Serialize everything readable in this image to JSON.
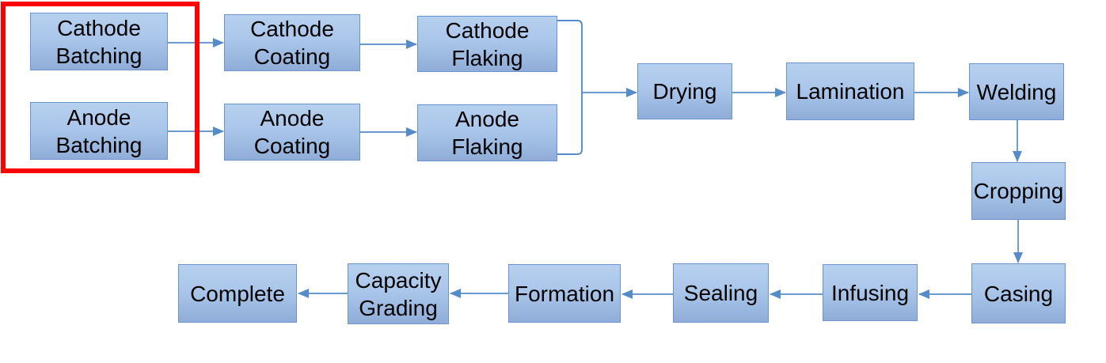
{
  "colors": {
    "background": "#ffffff",
    "text": "#000000",
    "node_fill_top": "#b7d0ef",
    "node_fill_mid": "#aac6ea",
    "node_fill_bottom": "#8fadd8",
    "node_border": "#6a94cb",
    "arrow": "#568bc9",
    "highlight": "#ff0000"
  },
  "nodes": [
    {
      "id": "cathode-batching",
      "label": "Cathode\nBatching"
    },
    {
      "id": "anode-batching",
      "label": "Anode\nBatching"
    },
    {
      "id": "cathode-coating",
      "label": "Cathode\nCoating"
    },
    {
      "id": "anode-coating",
      "label": "Anode\nCoating"
    },
    {
      "id": "cathode-flaking",
      "label": "Cathode\nFlaking"
    },
    {
      "id": "anode-flaking",
      "label": "Anode\nFlaking"
    },
    {
      "id": "drying",
      "label": "Drying"
    },
    {
      "id": "lamination",
      "label": "Lamination"
    },
    {
      "id": "welding",
      "label": "Welding"
    },
    {
      "id": "cropping",
      "label": "Cropping"
    },
    {
      "id": "casing",
      "label": "Casing"
    },
    {
      "id": "infusing",
      "label": "Infusing"
    },
    {
      "id": "sealing",
      "label": "Sealing"
    },
    {
      "id": "formation",
      "label": "Formation"
    },
    {
      "id": "capacity-grading",
      "label": "Capacity\nGrading"
    },
    {
      "id": "complete",
      "label": "Complete"
    }
  ],
  "edges": [
    {
      "from": "cathode-batching",
      "to": "cathode-coating"
    },
    {
      "from": "anode-batching",
      "to": "anode-coating"
    },
    {
      "from": "cathode-coating",
      "to": "cathode-flaking"
    },
    {
      "from": "anode-coating",
      "to": "anode-flaking"
    },
    {
      "from": "cathode-flaking+anode-flaking",
      "to": "drying"
    },
    {
      "from": "drying",
      "to": "lamination"
    },
    {
      "from": "lamination",
      "to": "welding"
    },
    {
      "from": "welding",
      "to": "cropping"
    },
    {
      "from": "cropping",
      "to": "casing"
    },
    {
      "from": "casing",
      "to": "infusing"
    },
    {
      "from": "infusing",
      "to": "sealing"
    },
    {
      "from": "sealing",
      "to": "formation"
    },
    {
      "from": "formation",
      "to": "capacity-grading"
    },
    {
      "from": "capacity-grading",
      "to": "complete"
    }
  ],
  "highlight_box": {
    "encloses": [
      "cathode-batching",
      "anode-batching"
    ]
  }
}
